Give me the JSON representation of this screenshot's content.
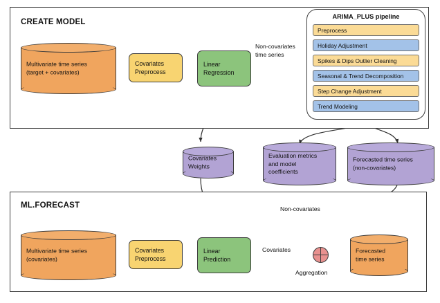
{
  "colors": {
    "orange": "#F0A55E",
    "orange_top": "#F2AE6C",
    "yellow": "#F8D471",
    "pipeline_yellow": "#FBDB96",
    "pipeline_blue": "#A3C2E8",
    "green": "#8CC47C",
    "purple": "#B2A3D4",
    "purple_top": "#B8AADA",
    "pink": "#E8918F",
    "stroke": "#3c3c3c",
    "background": "#FFFFFF"
  },
  "create_model": {
    "title": "CREATE MODEL",
    "source_db": "Multivariate time series\n(target + covariates)",
    "preprocess_box": "Covariates\nPreprocess",
    "model_box": "Linear\nRegression",
    "edge_to_pipeline": "Non-covariates\ntime series"
  },
  "arima_pipeline": {
    "title": "ARIMA_PLUS pipeline",
    "steps": [
      {
        "label": "Preprocess",
        "tone": "yellow"
      },
      {
        "label": "Holiday Adjustment",
        "tone": "blue"
      },
      {
        "label": "Spikes & Dips Outlier Cleaning",
        "tone": "yellow"
      },
      {
        "label": "Seasonal & Trend Decomposition",
        "tone": "blue"
      },
      {
        "label": "Step Change Adjustment",
        "tone": "yellow"
      },
      {
        "label": "Trend Modeling",
        "tone": "blue"
      }
    ]
  },
  "artifacts": [
    {
      "label": "Covariates\nWeights"
    },
    {
      "label": "Evaluation metrics\nand model\ncoefficients"
    },
    {
      "label": "Forecasted time series\n(non-covariates)"
    }
  ],
  "ml_forecast": {
    "title": "ML.FORECAST",
    "source_db": "Multivariate time series\n(covariates)",
    "preprocess_box": "Covariates\nPreprocess",
    "model_box": "Linear\nPrediction",
    "edge_covariates": "Covariates",
    "edge_non_covariates": "Non-covariates",
    "aggregation_label": "Aggregation",
    "output_db": "Forecasted\ntime series"
  }
}
